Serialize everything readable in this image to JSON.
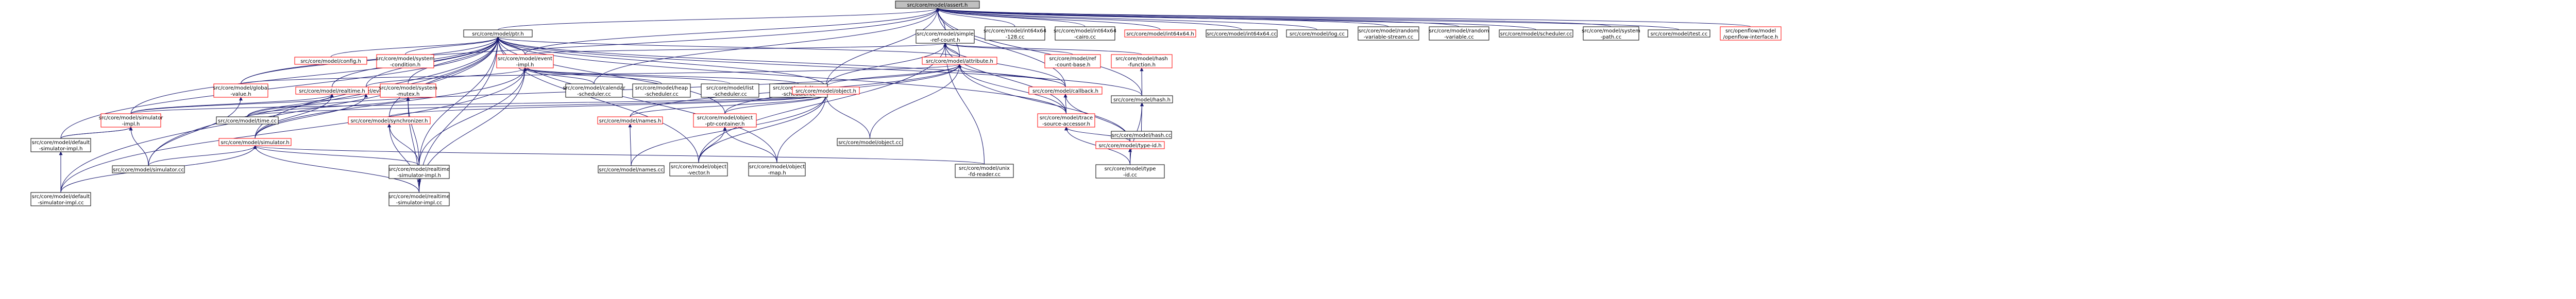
{
  "diagram": {
    "type": "include-dependency-graph",
    "colors": {
      "root_fill": "#bfbfbf",
      "node_fill": "#ffffff",
      "node_border_black": "#000000",
      "node_border_red": "#ff0000",
      "edge": "#191970",
      "text": "#000000"
    },
    "nodes": [
      {
        "id": "assert",
        "lines": [
          "src/core/model/assert.h"
        ],
        "root": true
      },
      {
        "id": "ptr",
        "lines": [
          "src/core/model/ptr.h"
        ]
      },
      {
        "id": "simple_ref",
        "lines": [
          "src/core/model/simple",
          "-ref-count.h"
        ]
      },
      {
        "id": "int64x64_128",
        "lines": [
          "src/core/model/int64x64",
          "-128.cc"
        ]
      },
      {
        "id": "int64x64_cairo",
        "lines": [
          "src/core/model/int64x64",
          "-cairo.cc"
        ]
      },
      {
        "id": "int64x64_h",
        "lines": [
          "src/core/model/int64x64.h"
        ],
        "red": true
      },
      {
        "id": "int64x64_cc",
        "lines": [
          "src/core/model/int64x64.cc"
        ]
      },
      {
        "id": "log_cc",
        "lines": [
          "src/core/model/log.cc"
        ]
      },
      {
        "id": "rand_stream",
        "lines": [
          "src/core/model/random",
          "-variable-stream.cc"
        ]
      },
      {
        "id": "rand_var",
        "lines": [
          "src/core/model/random",
          "-variable.cc"
        ]
      },
      {
        "id": "scheduler_cc",
        "lines": [
          "src/core/model/scheduler.cc"
        ]
      },
      {
        "id": "system_path",
        "lines": [
          "src/core/model/system",
          "-path.cc"
        ]
      },
      {
        "id": "test_cc",
        "lines": [
          "src/core/model/test.cc"
        ]
      },
      {
        "id": "openflow",
        "lines": [
          "src/openflow/model",
          "/openflow-interface.h"
        ],
        "red": true
      },
      {
        "id": "config_h",
        "lines": [
          "src/core/model/config.h"
        ],
        "red": true
      },
      {
        "id": "sys_cond",
        "lines": [
          "src/core/model/system",
          "-condition.h"
        ],
        "red": true
      },
      {
        "id": "event_impl",
        "lines": [
          "src/core/model/event",
          "-impl.h"
        ],
        "red": true
      },
      {
        "id": "attribute_h",
        "lines": [
          "src/core/model/attribute.h"
        ],
        "red": true
      },
      {
        "id": "ref_count_base",
        "lines": [
          "src/core/model/ref",
          "-count-base.h"
        ],
        "red": true
      },
      {
        "id": "hash_function",
        "lines": [
          "src/core/model/hash",
          "-function.h"
        ],
        "red": true
      },
      {
        "id": "event_id",
        "lines": [
          "src/core/model/event-id.h"
        ],
        "red": true
      },
      {
        "id": "global_value",
        "lines": [
          "src/core/model/global",
          "-value.h"
        ],
        "red": true
      },
      {
        "id": "realtime_h",
        "lines": [
          "src/core/model/realtime.h"
        ],
        "red": true
      },
      {
        "id": "sys_mutex",
        "lines": [
          "src/core/model/system",
          "-mutex.h"
        ],
        "red": true
      },
      {
        "id": "calendar_sched",
        "lines": [
          "src/core/model/calendar",
          "-scheduler.cc"
        ]
      },
      {
        "id": "heap_sched",
        "lines": [
          "src/core/model/heap",
          "-scheduler.cc"
        ]
      },
      {
        "id": "list_sched",
        "lines": [
          "src/core/model/list",
          "-scheduler.cc"
        ]
      },
      {
        "id": "map_sched",
        "lines": [
          "src/core/model/map",
          "-scheduler.cc"
        ]
      },
      {
        "id": "object_h",
        "lines": [
          "src/core/model/object.h"
        ],
        "red": true
      },
      {
        "id": "callback_h",
        "lines": [
          "src/core/model/callback.h"
        ],
        "red": true
      },
      {
        "id": "hash_h",
        "lines": [
          "src/core/model/hash.h"
        ]
      },
      {
        "id": "sim_impl",
        "lines": [
          "src/core/model/simulator",
          "-impl.h"
        ],
        "red": true
      },
      {
        "id": "time_cc",
        "lines": [
          "src/core/model/time.cc"
        ]
      },
      {
        "id": "simulator_h",
        "lines": [
          "src/core/model/simulator.h"
        ],
        "red": true
      },
      {
        "id": "synchronizer",
        "lines": [
          "src/core/model/synchronizer.h"
        ],
        "red": true
      },
      {
        "id": "names_h",
        "lines": [
          "src/core/model/names.h"
        ],
        "red": true
      },
      {
        "id": "obj_ptr_container",
        "lines": [
          "src/core/model/object",
          "-ptr-container.h"
        ],
        "red": true
      },
      {
        "id": "object_cc",
        "lines": [
          "src/core/model/object.cc"
        ]
      },
      {
        "id": "trace_source",
        "lines": [
          "src/core/model/trace",
          "-source-accessor.h"
        ],
        "red": true
      },
      {
        "id": "hash_cc",
        "lines": [
          "src/core/model/hash.cc"
        ]
      },
      {
        "id": "default_sim_h",
        "lines": [
          "src/core/model/default",
          "-simulator-impl.h"
        ]
      },
      {
        "id": "simulator_cc",
        "lines": [
          "src/core/model/simulator.cc"
        ]
      },
      {
        "id": "rt_sim_h",
        "lines": [
          "src/core/model/realtime",
          "-simulator-impl.h"
        ]
      },
      {
        "id": "names_cc",
        "lines": [
          "src/core/model/names.cc"
        ]
      },
      {
        "id": "obj_vector",
        "lines": [
          "src/core/model/object",
          "-vector.h"
        ]
      },
      {
        "id": "obj_map",
        "lines": [
          "src/core/model/object",
          "-map.h"
        ]
      },
      {
        "id": "type_id_h",
        "lines": [
          "src/core/model/type-id.h"
        ],
        "red": true
      },
      {
        "id": "fd_reader",
        "lines": [
          "src/core/model/unix",
          "-fd-reader.cc"
        ]
      },
      {
        "id": "default_sim_cc",
        "lines": [
          "src/core/model/default",
          "-simulator-impl.cc"
        ]
      },
      {
        "id": "rt_sim_cc",
        "lines": [
          "src/core/model/realtime",
          "-simulator-impl.cc"
        ]
      },
      {
        "id": "type_id_cc",
        "lines": [
          "src/core/model/type",
          "-id.cc"
        ]
      }
    ]
  }
}
